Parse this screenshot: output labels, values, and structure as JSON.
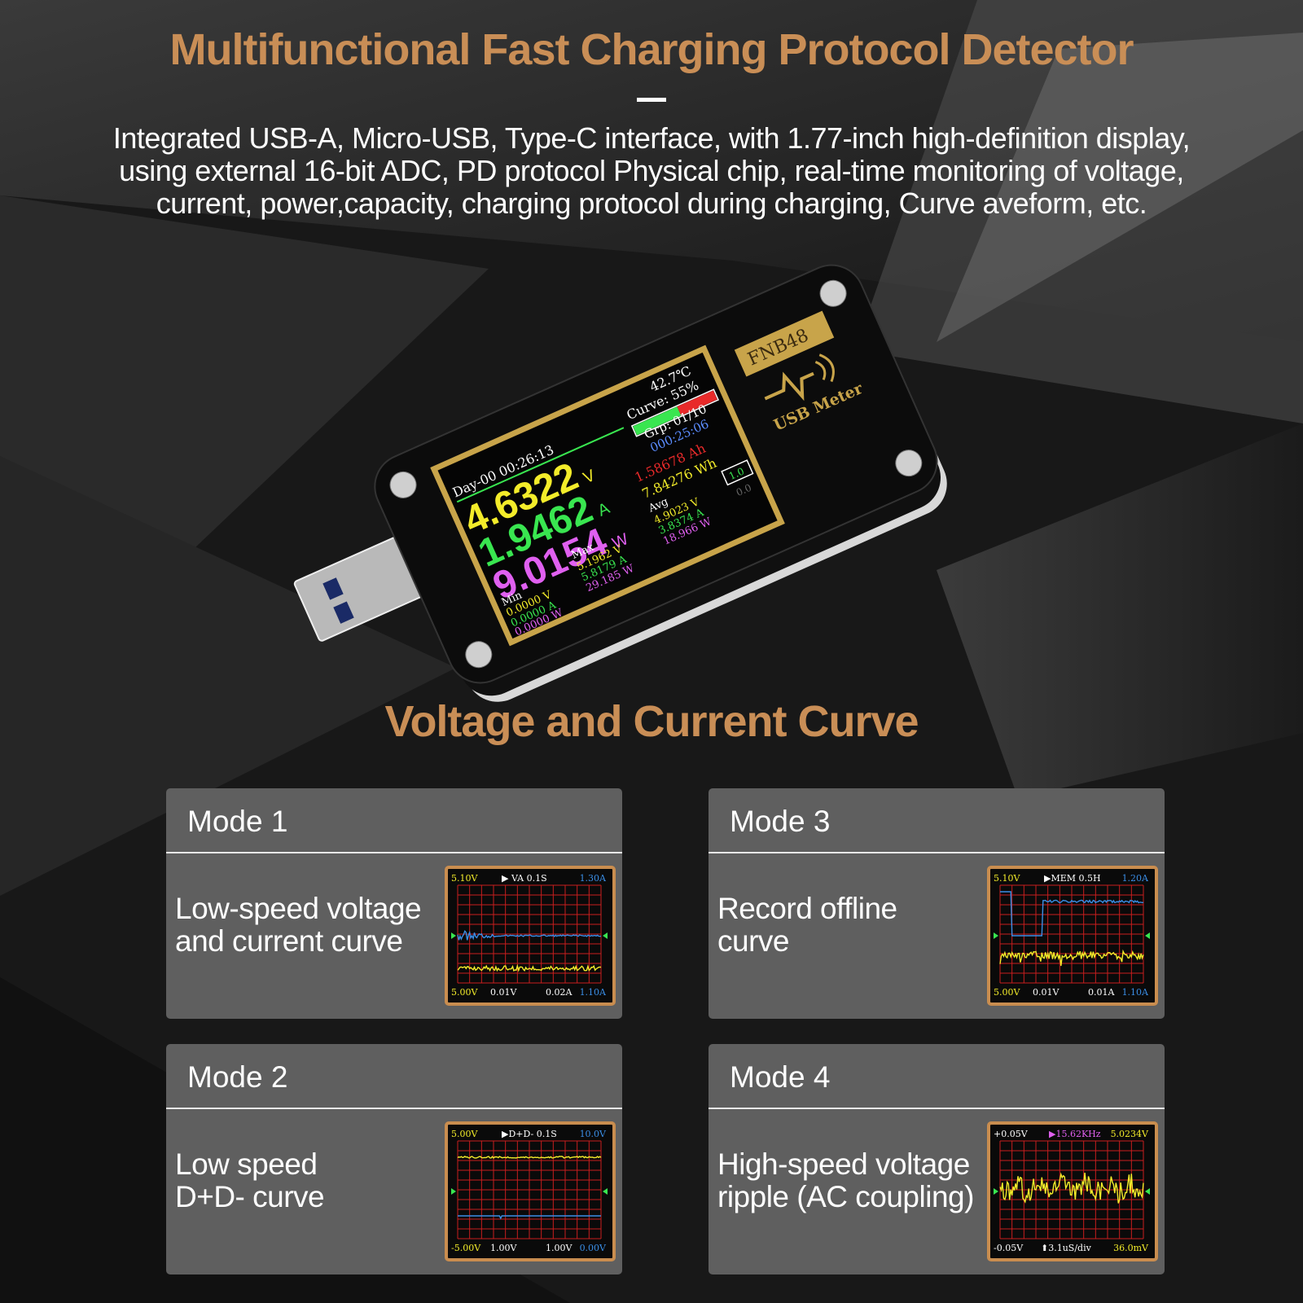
{
  "header": {
    "title": "Multifunctional Fast Charging Protocol Detector",
    "intro_lines": [
      "Integrated USB-A, Micro-USB, Type-C interface, with 1.77-inch high-definition display,",
      "using external 16-bit ADC, PD protocol Physical chip, real-time monitoring of voltage,",
      "current, power,capacity, charging protocol during charging, Curve aveform, etc."
    ]
  },
  "device": {
    "brand": "FNB48",
    "logo_text": "USB Meter",
    "screen": {
      "temperature": "42.7℃",
      "curve_label": "Curve: 55%",
      "curve_level": 0.55,
      "timer": "Day-00 00:26:13",
      "group": "Grp: 01/10",
      "group_time": "000:25:06",
      "voltage": "4.6322",
      "voltage_unit": "V",
      "current": "1.9462",
      "current_unit": "A",
      "power": "9.0154",
      "power_unit": "W",
      "capacity_ah": "1.58678 Ah",
      "energy_wh": "7.84276 Wh",
      "box_top": "1.0",
      "box_bottom": "0.0",
      "min_label": "Min",
      "max_label": "Max",
      "avg_label": "Avg",
      "min_values": [
        "0.0000 V",
        "0.0000 A",
        "0.0000 W"
      ],
      "max_values": [
        "5.1962 V",
        "5.8179 A",
        "29.185 W"
      ],
      "avg_values": [
        "4.9023 V",
        "3.8374 A",
        "18.966 W"
      ]
    }
  },
  "section_title": "Voltage and Current Curve",
  "modes": [
    {
      "title": "Mode 1",
      "description": [
        "Low-speed voltage",
        "and current curve"
      ],
      "scope": {
        "top_left": "5.10V",
        "top_mid": "▶ VA   0.1S",
        "top_right": "1.30A",
        "bottom_left": "5.00V",
        "bottom_mid": "0.01V",
        "bottom_mid2": "0.02A",
        "bottom_right": "1.10A"
      }
    },
    {
      "title": "Mode 3",
      "description": [
        "Record offline",
        "curve"
      ],
      "scope": {
        "top_left": "5.10V",
        "top_mid": "▶MEM  0.5H",
        "top_right": "1.20A",
        "bottom_left": "5.00V",
        "bottom_mid": "0.01V",
        "bottom_mid2": "0.01A",
        "bottom_right": "1.10A"
      }
    },
    {
      "title": "Mode 2",
      "description": [
        "Low speed",
        "D+D- curve"
      ],
      "scope": {
        "top_left": "5.00V",
        "top_mid": "▶D+D-  0.1S",
        "top_right": "10.0V",
        "bottom_left": "-5.00V",
        "bottom_mid": "1.00V",
        "bottom_mid2": "1.00V",
        "bottom_right": "0.00V"
      }
    },
    {
      "title": "Mode 4",
      "description": [
        "High-speed voltage",
        "ripple (AC coupling)"
      ],
      "scope": {
        "top_left": "+0.05V",
        "top_mid": "▶15.62KHz",
        "top_right": "5.0234V",
        "bottom_left": "-0.05V",
        "bottom_mid": "⬆3.1uS/div",
        "bottom_mid2": "",
        "bottom_right": "36.0mV"
      }
    }
  ],
  "colors": {
    "accent": "#c98e56",
    "card_bg": "#5f5f5f",
    "scope_grid": "#c81e1e",
    "scope_frame": "#c98d4f",
    "voltage_yellow": "#f3ec2a",
    "current_blue": "#3a8ee6",
    "power_magenta": "#e060f0",
    "green": "#39e650"
  }
}
